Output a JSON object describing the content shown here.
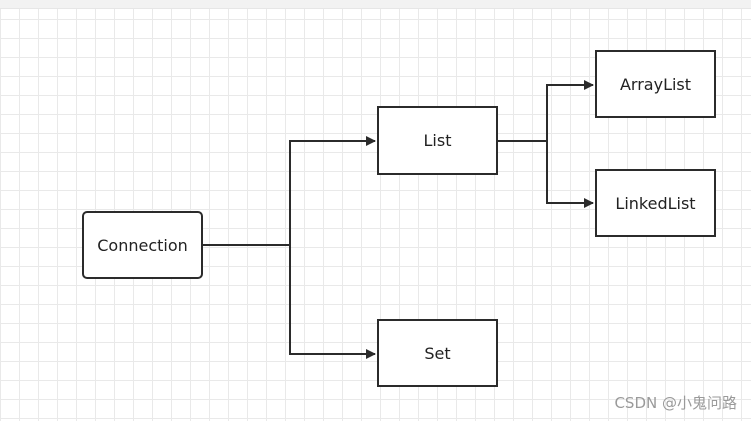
{
  "nodes": {
    "connection": "Connection",
    "list": "List",
    "set": "Set",
    "arraylist": "ArrayList",
    "linkedlist": "LinkedList"
  },
  "watermark": "CSDN @小鬼问路",
  "colors": {
    "stroke": "#2b2b2b",
    "grid": "#e9e9e9",
    "background": "#ffffff",
    "watermark": "#9a9a9a"
  }
}
